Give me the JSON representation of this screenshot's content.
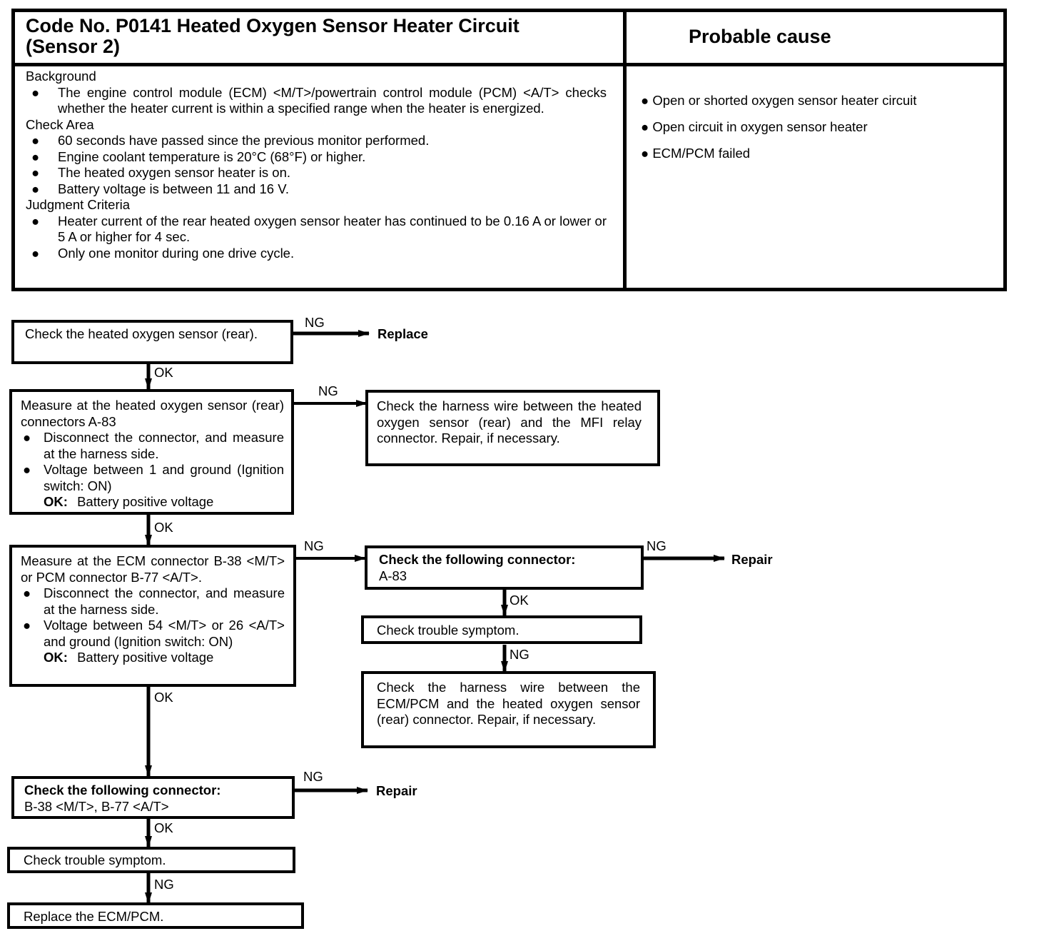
{
  "header": {
    "code_title_line1": "Code No. P0141 Heated Oxygen Sensor Heater Circuit",
    "code_title_line2": "(Sensor 2)",
    "probable_cause_title": "Probable cause"
  },
  "description": {
    "background_heading": "Background",
    "background_items": [
      "The engine control module (ECM) <M/T>/powertrain control module (PCM) <A/T> checks whether the heater current is within a specified range when the heater is energized."
    ],
    "check_area_heading": "Check Area",
    "check_area_items": [
      "60 seconds have passed since the previous monitor performed.",
      "Engine coolant temperature is 20°C (68°F) or higher.",
      "The heated oxygen sensor heater is on.",
      "Battery voltage is between 11 and 16 V."
    ],
    "judgment_heading": "Judgment Criteria",
    "judgment_items": [
      "Heater current of the rear heated oxygen sensor heater has continued to be 0.16 A or lower or 5 A or higher for 4 sec.",
      "Only one monitor during one drive cycle."
    ]
  },
  "probable_causes": [
    "Open or shorted oxygen sensor heater circuit",
    "Open circuit in oxygen sensor heater",
    "ECM/PCM failed"
  ],
  "bullet": "●",
  "flow": {
    "step1": "Check the heated oxygen sensor (rear).",
    "step2": {
      "title": "Measure at the heated oxygen sensor (rear) connectors A-83",
      "items": [
        "Disconnect the connector, and measure at the harness side.",
        "Voltage between 1 and ground (Ignition switch: ON)"
      ],
      "ok_label": "OK:",
      "ok_value": "Battery positive voltage"
    },
    "step2_ng": "Check the harness wire between the heated oxygen sensor (rear) and the MFI relay connector. Repair, if necessary.",
    "step3": {
      "title": "Measure at the ECM connector B-38 <M/T> or PCM connector B-77 <A/T>.",
      "items": [
        "Disconnect the connector, and measure at the harness side.",
        "Voltage between 54 <M/T> or 26 <A/T> and ground (Ignition switch: ON)"
      ],
      "ok_label": "OK:",
      "ok_value": "Battery positive voltage"
    },
    "step3_ng_connector": {
      "title": "Check the following connector:",
      "value": "A-83"
    },
    "step3_ng_trouble": "Check trouble symptom.",
    "step3_ng_harness": "Check the harness wire between the ECM/PCM and the heated oxygen sensor (rear) connector. Repair, if necessary.",
    "step4": {
      "title": "Check the following connector:",
      "value": "B-38 <M/T>, B-77 <A/T>"
    },
    "step5": "Check trouble symptom.",
    "step6": "Replace the ECM/PCM.",
    "labels": {
      "ok": "OK",
      "ng": "NG"
    },
    "results": {
      "replace": "Replace",
      "repair": "Repair"
    }
  }
}
